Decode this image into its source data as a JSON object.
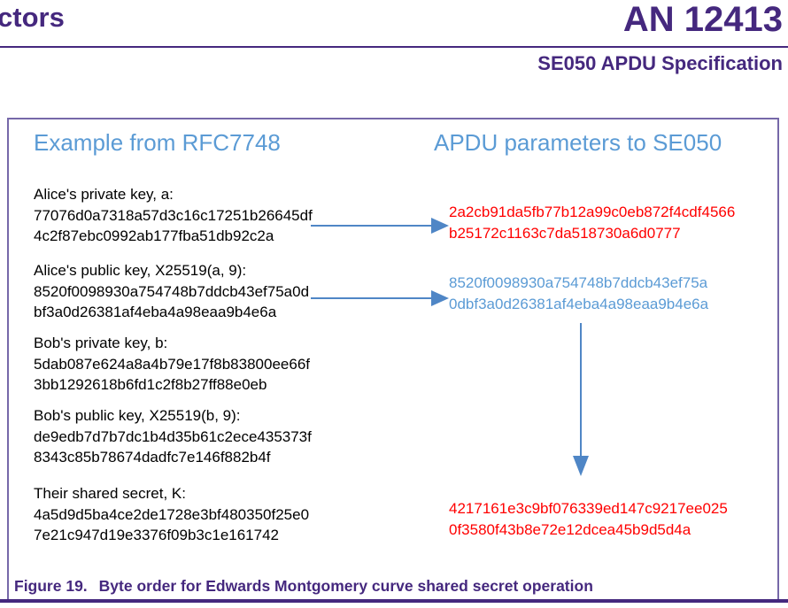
{
  "page_header": {
    "left_partial_text": "ctors",
    "doc_number": "AN 12413",
    "doc_subtitle": "SE050 APDU Specification"
  },
  "figure": {
    "left_column_header": "Example from RFC7748",
    "right_column_header": "APDU parameters to SE050",
    "rfc_entries": [
      {
        "label": "Alice's private key, a:",
        "hex_line1": "77076d0a7318a57d3c16c17251b26645df",
        "hex_line2": "4c2f87ebc0992ab177fba51db92c2a"
      },
      {
        "label": "Alice's public key, X25519(a, 9):",
        "hex_line1": "8520f0098930a754748b7ddcb43ef75a0d",
        "hex_line2": "bf3a0d26381af4eba4a98eaa9b4e6a"
      },
      {
        "label": "Bob's private key, b:",
        "hex_line1": "5dab087e624a8a4b79e17f8b83800ee66f",
        "hex_line2": "3bb1292618b6fd1c2f8b27ff88e0eb"
      },
      {
        "label": "Bob's public key, X25519(b, 9):",
        "hex_line1": "de9edb7d7b7dc1b4d35b61c2ece435373f",
        "hex_line2": "8343c85b78674dadfc7e146f882b4f"
      },
      {
        "label": "Their shared secret, K:",
        "hex_line1": "4a5d9d5ba4ce2de1728e3bf480350f25e0",
        "hex_line2": "7e21c947d19e3376f09b3c1e161742"
      }
    ],
    "apdu_values": [
      {
        "color": "red",
        "hex_line1": "2a2cb91da5fb77b12a99c0eb872f4cdf4566",
        "hex_line2": "b25172c1163c7da518730a6d0777"
      },
      {
        "color": "blue",
        "hex_line1": "8520f0098930a754748b7ddcb43ef75a",
        "hex_line2": "0dbf3a0d26381af4eba4a98eaa9b4e6a"
      },
      {
        "color": "red",
        "hex_line1": "4217161e3c9bf076339ed147c9217ee025",
        "hex_line2": "0f3580f43b8e72e12dcea45b9d5d4a"
      }
    ],
    "caption_label": "Figure 19.",
    "caption_text": "Byte order for Edwards Montgomery curve shared secret operation"
  },
  "colors": {
    "brand_purple": "#45287e",
    "box_border_purple": "#7668a9",
    "accent_blue": "#5b9bd5",
    "arrow_blue": "#4f86c6",
    "value_red": "#ff0000",
    "body_black": "#000000"
  }
}
